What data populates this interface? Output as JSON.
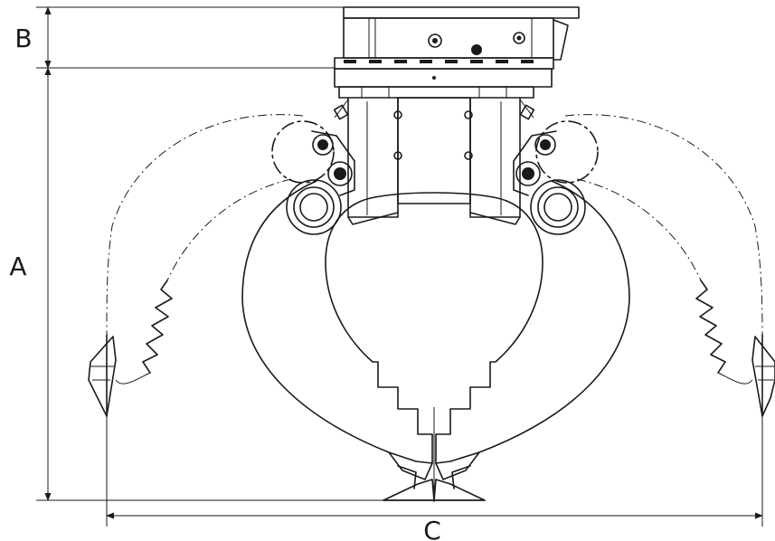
{
  "dimensions": {
    "height_label": "A",
    "mount_label": "B",
    "width_label": "C"
  },
  "colors": {
    "stroke": "#1a1a1a",
    "background": "#ffffff"
  }
}
